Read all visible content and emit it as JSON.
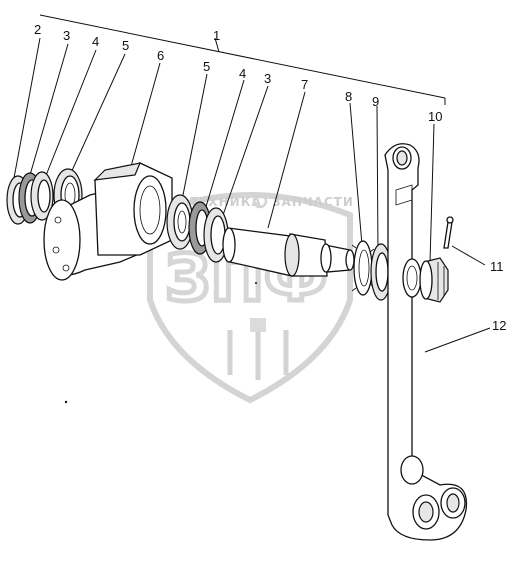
{
  "watermark": {
    "left_text": "ТЕХНИКА",
    "right_text": "ЗАПЧАСТИ",
    "logo_letters": "ЗПФ"
  },
  "callouts": {
    "c1": "1",
    "c2": "2",
    "c3a": "3",
    "c4a": "4",
    "c5a": "5",
    "c6": "6",
    "c5b": "5",
    "c4b": "4",
    "c3b": "3",
    "c7": "7",
    "c8": "8",
    "c9": "9",
    "c10": "10",
    "c11": "11",
    "c12": "12"
  },
  "colors": {
    "line": "#111111",
    "watermark": "#cfcfcf",
    "shade": "#e6e6e6"
  }
}
